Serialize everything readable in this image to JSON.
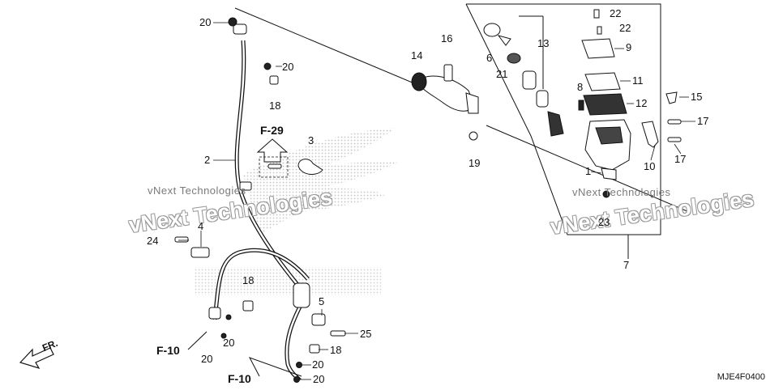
{
  "callouts": {
    "p20a": "20",
    "p20b": "20",
    "p20c": "20",
    "p20d": "20",
    "p20e": "20",
    "p20f": "20",
    "p18a": "18",
    "p18b": "18",
    "p18c": "18",
    "p2": "2",
    "p3": "3",
    "p4": "4",
    "p5": "5",
    "p24": "24",
    "p25": "25",
    "p14": "14",
    "p16": "16",
    "p19": "19",
    "p6": "6",
    "p21": "21",
    "p13": "13",
    "p22a": "22",
    "p22b": "22",
    "p9": "9",
    "p11": "11",
    "p8": "8",
    "p12": "12",
    "p15": "15",
    "p17a": "17",
    "p17b": "17",
    "p10": "10",
    "p1": "1",
    "p23": "23",
    "p7": "7"
  },
  "references": {
    "f29": "F-29",
    "f10a": "F-10",
    "f10b": "F-10"
  },
  "watermarks": {
    "small_a": "vNext Technologies",
    "small_b": "vNext Technologies",
    "large_a": "vNext Technologies",
    "large_b": "vNext Technologies"
  },
  "direction_label": "FR.",
  "diagram_code": "MJE4F0400",
  "colors": {
    "line": "#111111",
    "watermark": "#9a9a9a",
    "logo_dots": "#c4c4c4"
  }
}
